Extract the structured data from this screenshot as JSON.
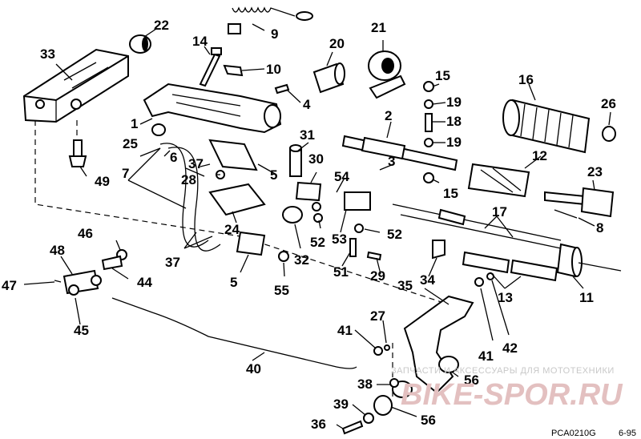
{
  "labels": [
    "1",
    "2",
    "3",
    "4",
    "5",
    "5",
    "6",
    "7",
    "8",
    "9",
    "10",
    "11",
    "12",
    "13",
    "14",
    "15",
    "15",
    "16",
    "17",
    "18",
    "19",
    "19",
    "20",
    "21",
    "22",
    "23",
    "24",
    "25",
    "26",
    "27",
    "28",
    "29",
    "30",
    "31",
    "32",
    "33",
    "34",
    "35",
    "36",
    "37",
    "37",
    "38",
    "39",
    "40",
    "41",
    "41",
    "42",
    "44",
    "45",
    "46",
    "47",
    "48",
    "49",
    "51",
    "52",
    "52",
    "53",
    "54",
    "55",
    "56",
    "56"
  ],
  "watermark": {
    "line1": "ЗАПЧАСТИ И АКСЕССУАРЫ ДЛЯ МОТОТЕХНИКИ",
    "line2": "BIKE-SPOR.RU"
  },
  "footer": {
    "code": "PCA0210G",
    "date": "6-95"
  }
}
